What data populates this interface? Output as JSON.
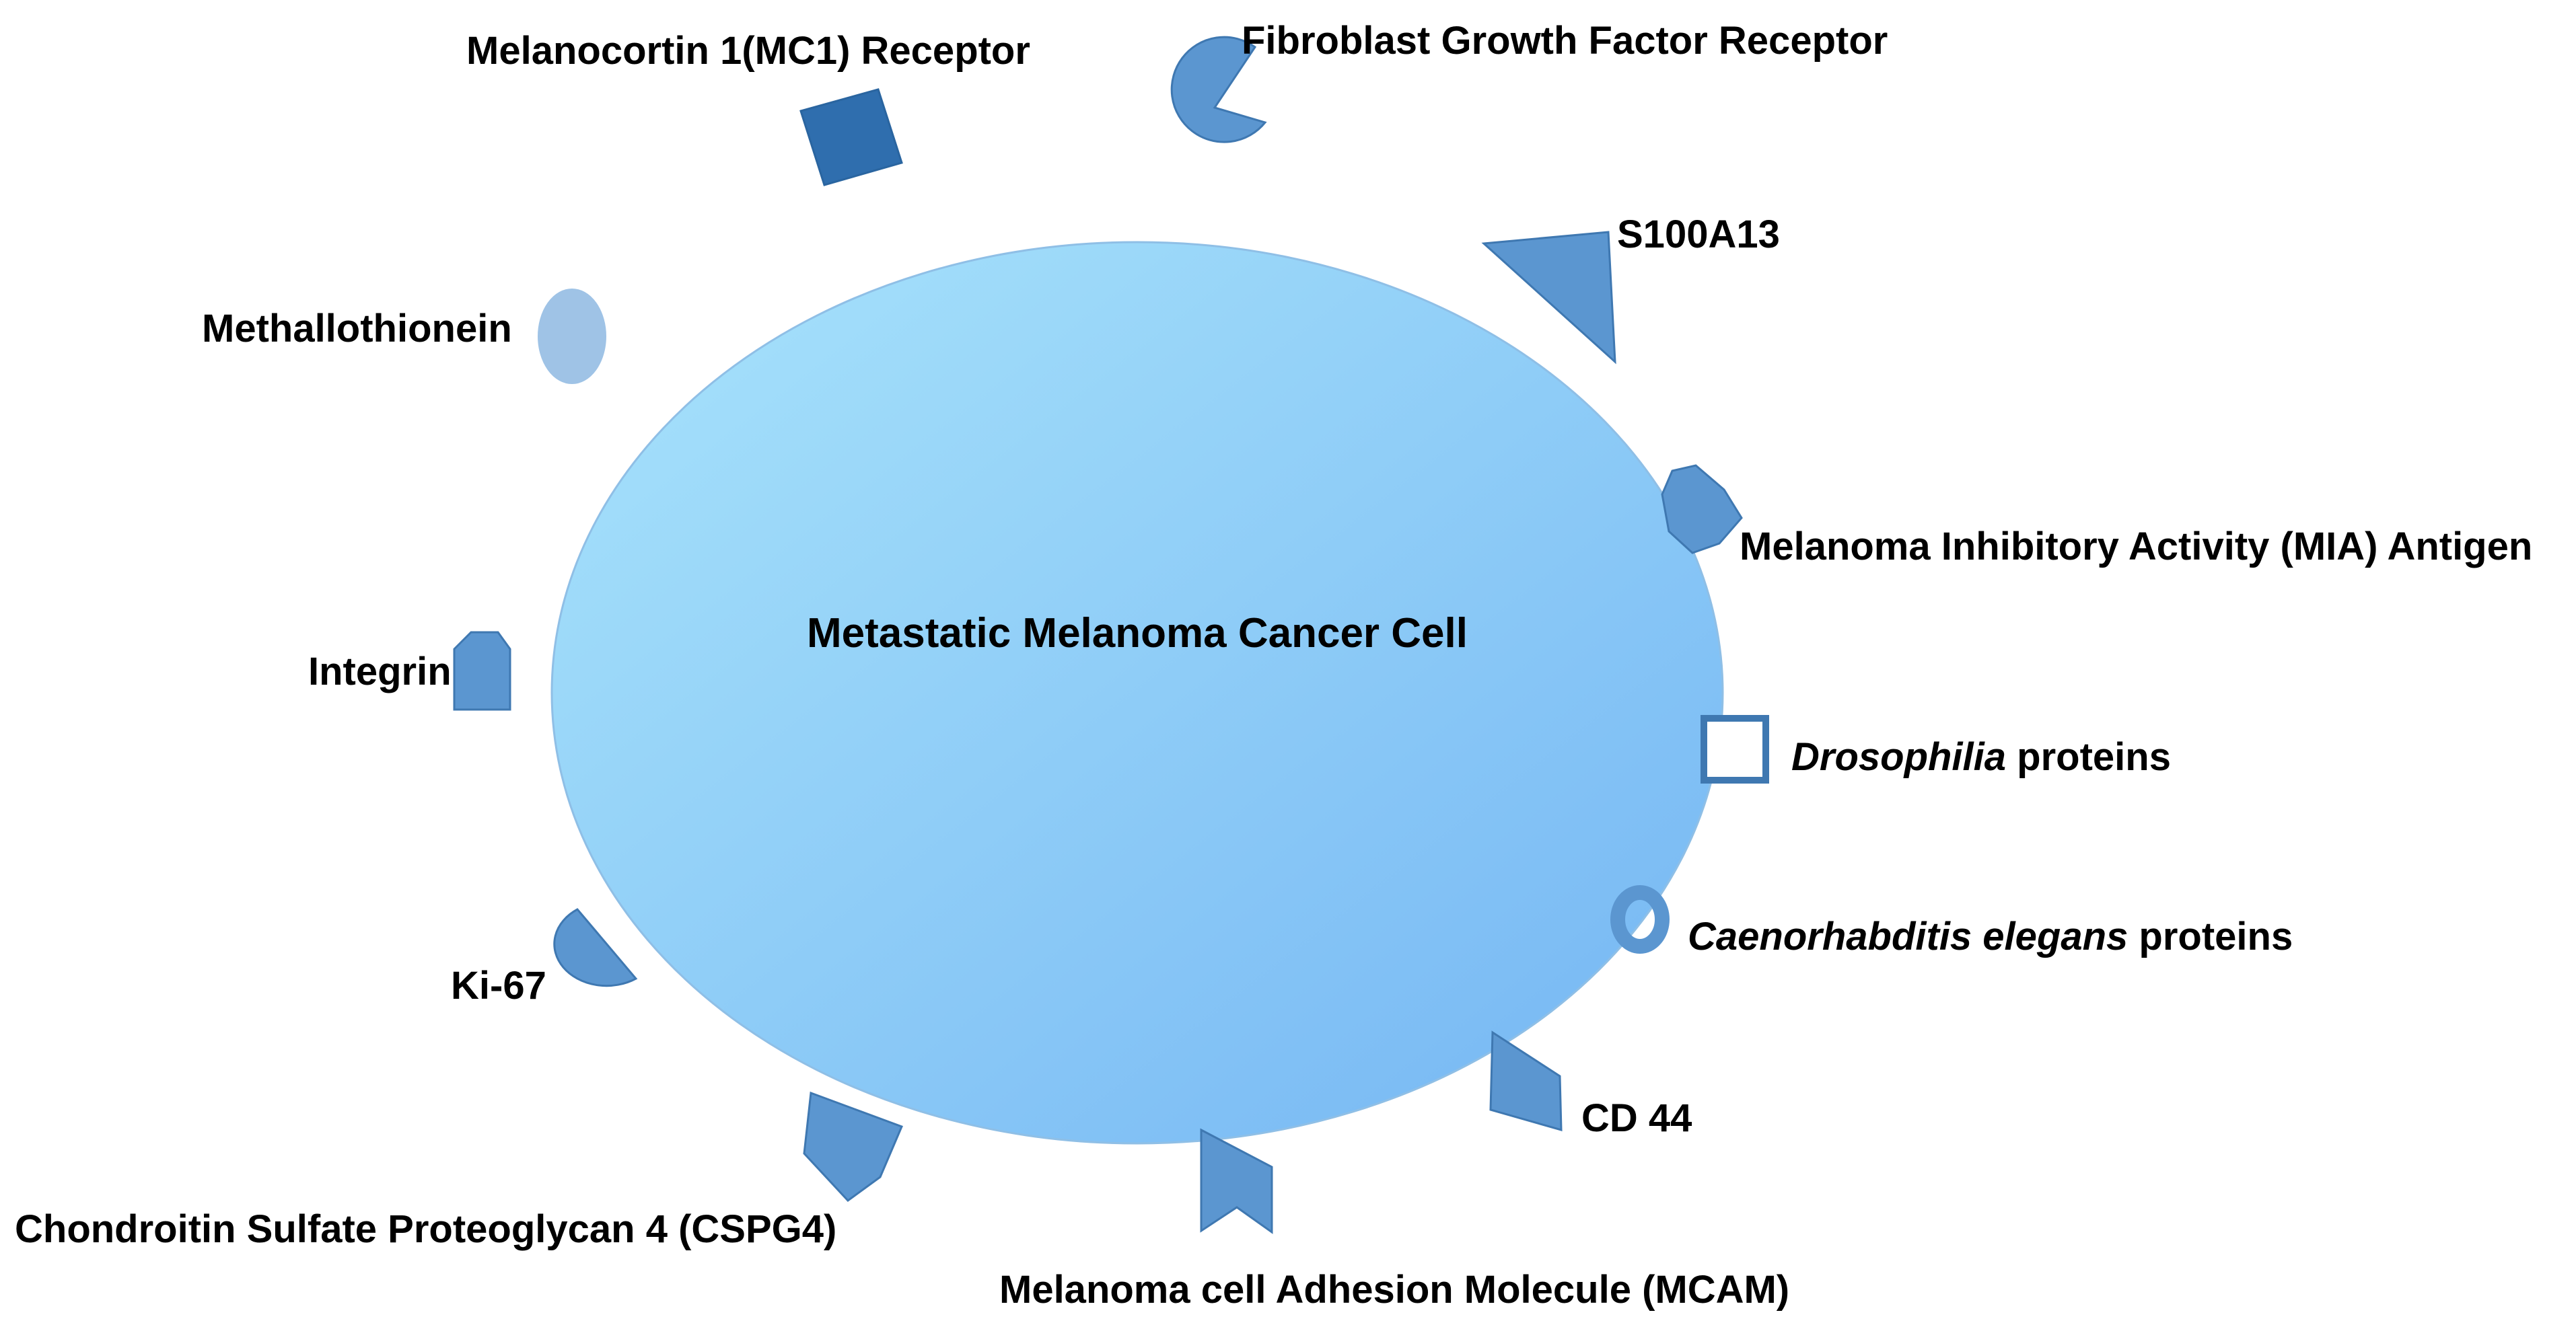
{
  "diagram": {
    "cell_label": "Metastatic Melanoma Cancer Cell",
    "labels": {
      "mc1": "Melanocortin 1(MC1) Receptor",
      "fgfr": "Fibroblast Growth Factor Receptor",
      "s100a13": "S100A13",
      "methallothionein": "Methallothionein",
      "mia": "Melanoma Inhibitory Activity (MIA) Antigen",
      "integrin": "Integrin",
      "drosophilia_italic": "Drosophilia",
      "drosophilia_rest": " proteins",
      "celegans_italic": "Caenorhabditis elegans",
      "celegans_rest": " proteins",
      "ki67": "Ki-67",
      "cd44": "CD 44",
      "cspg4": "Chondroitin Sulfate Proteoglycan 4 (CSPG4)",
      "mcam": "Melanoma cell Adhesion Molecule (MCAM)"
    },
    "icons": {
      "mc1": "square-marker",
      "fgfr": "pacman-marker",
      "s100a13": "triangle-marker",
      "methallothionein": "oval-marker",
      "mia": "octagon-marker",
      "integrin": "pentagon-marker",
      "drosophilia": "hollow-square-marker",
      "celegans": "ring-marker",
      "ki67": "half-circle-marker",
      "cd44": "quadrilateral-marker",
      "cspg4": "pentagon-marker",
      "mcam": "chevron-marker"
    },
    "colors": {
      "cell_gradient_start": "#a9e4fb",
      "cell_gradient_end": "#74b5f3",
      "receptor": "#5b96d0",
      "receptor_dark": "#2f6eae",
      "methallothionein": "#9fc3e6",
      "outline": "#3f78b1"
    }
  }
}
